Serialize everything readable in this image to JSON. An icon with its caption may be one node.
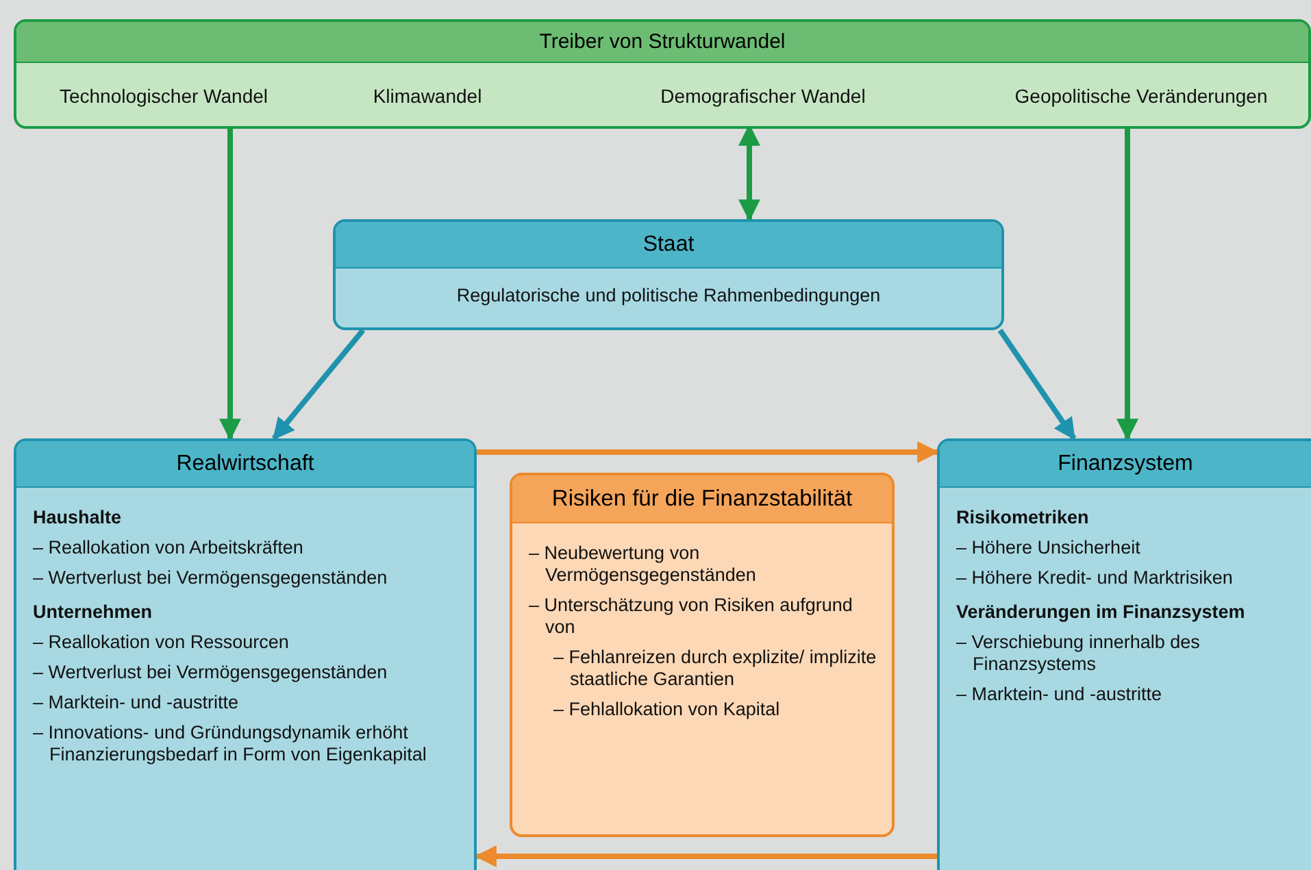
{
  "diagram": {
    "nodes": [
      {
        "text": [
          "Treiber von Strukturwandel"
        ]
      },
      {
        "text": [
          "Technologischer Wandel"
        ],
        "in": 0
      },
      {
        "text": [
          "Klimawandel"
        ],
        "in": 0
      },
      {
        "text": [
          "Demografischer Wandel"
        ],
        "in": 0
      },
      {
        "text": [
          "Geopolitische Veränderungen"
        ],
        "in": 0
      },
      {
        "text": [
          "Staat",
          "Regulatorische und politische Rahmenbedingungen"
        ]
      },
      {
        "text": [
          "Realwirtschaft",
          "Haushalte",
          "– Reallokation von Arbeitskräften",
          "– Wertverlust bei Vermögensgegenständen",
          "Unternehmen",
          "– Reallokation von Ressourcen",
          "– Wertverlust bei Vermögensgegenständen",
          "– Marktein- und -austritte",
          "– Innovations- und Gründungsdynamik erhöht Finanzierungsbedarf in Form von Eigenkapital"
        ]
      },
      {
        "text": [
          "Risiken für die Finanzstabilität",
          "– Neubewertung von Vermögensgegenständen",
          "– Unterschätzung von Risiken aufgrund von",
          "– Fehlanreizen durch explizite/ implizite staatliche Garantien",
          "– Fehlallokation von Kapital"
        ]
      },
      {
        "text": [
          "Finanzsystem",
          "Risikometriken",
          "– Höhere Unsicherheit",
          "– Höhere Kredit- und Marktrisiken",
          "Veränderungen im Finanzsystem",
          "– Verschiebung innerhalb des Finanzsystems",
          "– Marktein- und -austritte"
        ]
      }
    ],
    "edges": [
      {
        "from": 1,
        "to": 6,
        "arrow": "to"
      },
      {
        "from": 3,
        "to": 5,
        "arrow": "both"
      },
      {
        "from": 4,
        "to": 8,
        "arrow": "to"
      },
      {
        "from": 5,
        "to": 6,
        "arrow": "to",
        "color": "#1f93ad"
      },
      {
        "from": 5,
        "to": 8,
        "arrow": "to",
        "color": "#1f93ad"
      },
      {
        "from": 6,
        "to": 8,
        "arrow": "to",
        "color": "#ec8a2c"
      },
      {
        "from": 8,
        "to": 6,
        "arrow": "to",
        "color": "#ec8a2c"
      }
    ]
  }
}
